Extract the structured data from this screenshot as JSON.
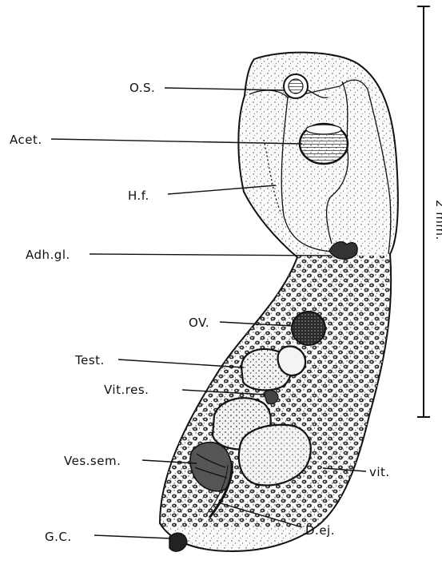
{
  "labels": {
    "os": "O.S.",
    "acet": "Acet.",
    "hf": "H.f.",
    "adh": "Adh.gl.",
    "ov": "OV.",
    "test": "Test.",
    "vitres": "Vit.res.",
    "vessem": "Ves.sem.",
    "vit": "vit.",
    "gc": "G.C.",
    "dej": "D.ej."
  },
  "scale": {
    "label": "2 mm."
  }
}
